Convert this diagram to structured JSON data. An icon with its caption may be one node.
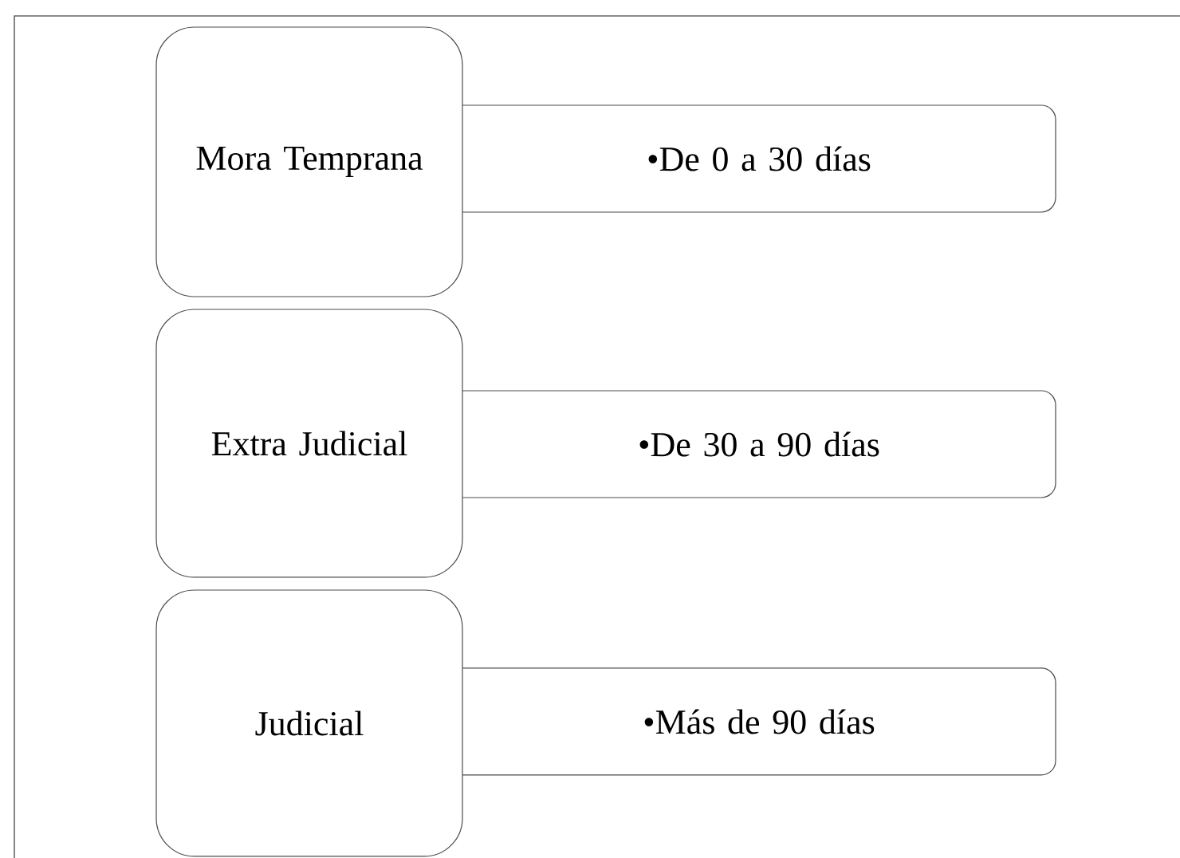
{
  "diagram": {
    "nodes": [
      {
        "text": [
          "Mora Temprana"
        ]
      },
      {
        "text": [
          "•De 0 a 30 días"
        ]
      },
      {
        "text": [
          "Extra Judicial"
        ]
      },
      {
        "text": [
          "•De 30 a 90 días"
        ]
      },
      {
        "text": [
          "Judicial"
        ]
      },
      {
        "text": [
          "•Más de 90 días"
        ]
      }
    ]
  }
}
